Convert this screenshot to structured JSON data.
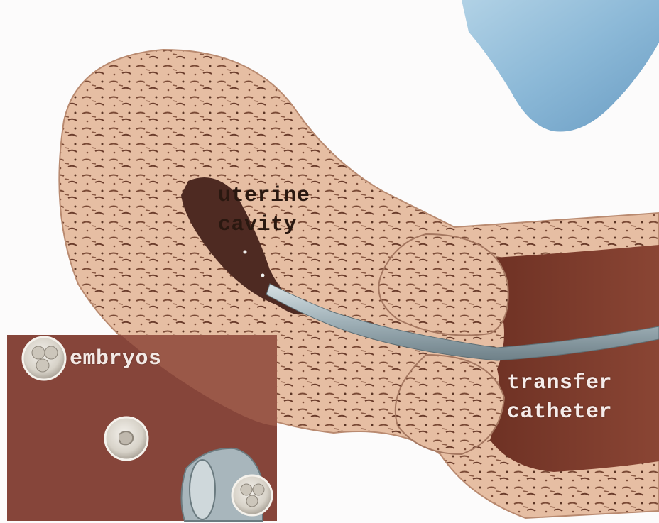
{
  "labels": {
    "uterine_cavity": "uterine\ncavity",
    "transfer_catheter": "transfer\ncatheter",
    "embryos": "embryos"
  },
  "colors": {
    "tissue": "#e8c2a8",
    "tissue_dark": "#5a3626",
    "cavity": "#4e2a22",
    "vagina_interior": "#7a3a2a",
    "catheter": "#a9b9c0",
    "inset_background": "#86453a",
    "glove_blue": "#8fb8d4"
  },
  "icons": [
    "uterus-illustration",
    "catheter-illustration",
    "embryo-icon",
    "glove-icon"
  ]
}
